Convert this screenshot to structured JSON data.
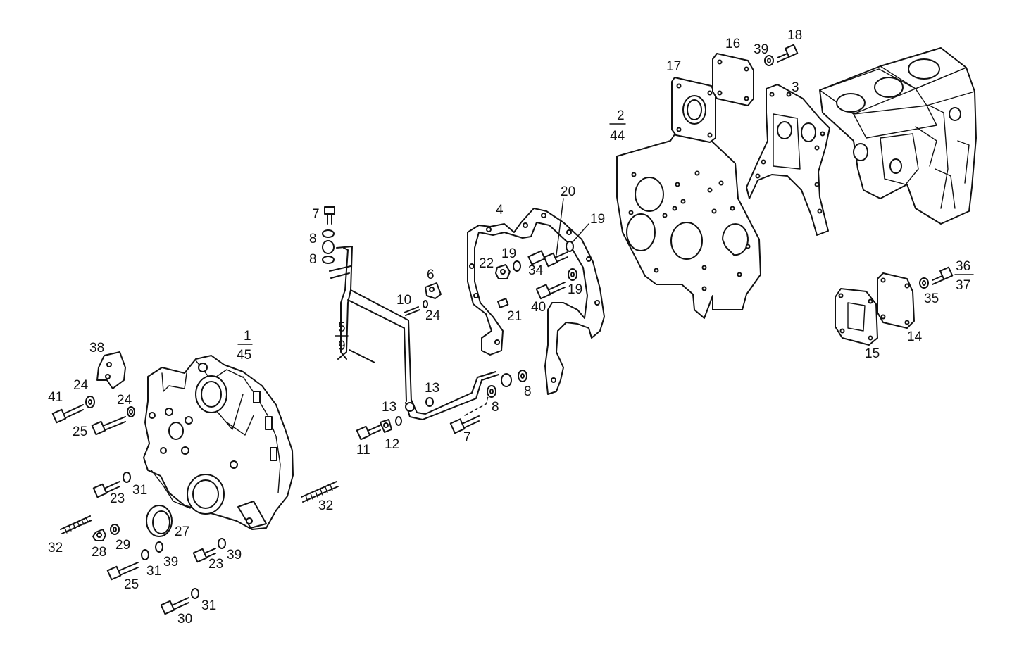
{
  "callouts": {
    "c1_top": "1",
    "c1_bot": "45",
    "c2_top": "2",
    "c2_bot": "44",
    "c5_top": "5",
    "c5_bot": "9",
    "c36_top": "36",
    "c36_bot": "37",
    "n3": "3",
    "n4": "4",
    "n6": "6",
    "n7a": "7",
    "n7b": "7",
    "n8a": "8",
    "n8b": "8",
    "n8c": "8",
    "n8d": "8",
    "n10": "10",
    "n11": "11",
    "n12": "12",
    "n13a": "13",
    "n13b": "13",
    "n14": "14",
    "n15": "15",
    "n16": "16",
    "n17": "17",
    "n18": "18",
    "n19a": "19",
    "n19b": "19",
    "n19c": "19",
    "n20": "20",
    "n21": "21",
    "n22": "22",
    "n23a": "23",
    "n23b": "23",
    "n24a": "24",
    "n24b": "24",
    "n24c": "24",
    "n25a": "25",
    "n25b": "25",
    "n27": "27",
    "n28": "28",
    "n29": "29",
    "n30": "30",
    "n31a": "31",
    "n31b": "31",
    "n31c": "31",
    "n32a": "32",
    "n32b": "32",
    "n34": "34",
    "n35": "35",
    "n38": "38",
    "n39a": "39",
    "n39b": "39",
    "n39c": "39",
    "n40": "40",
    "n41": "41"
  }
}
